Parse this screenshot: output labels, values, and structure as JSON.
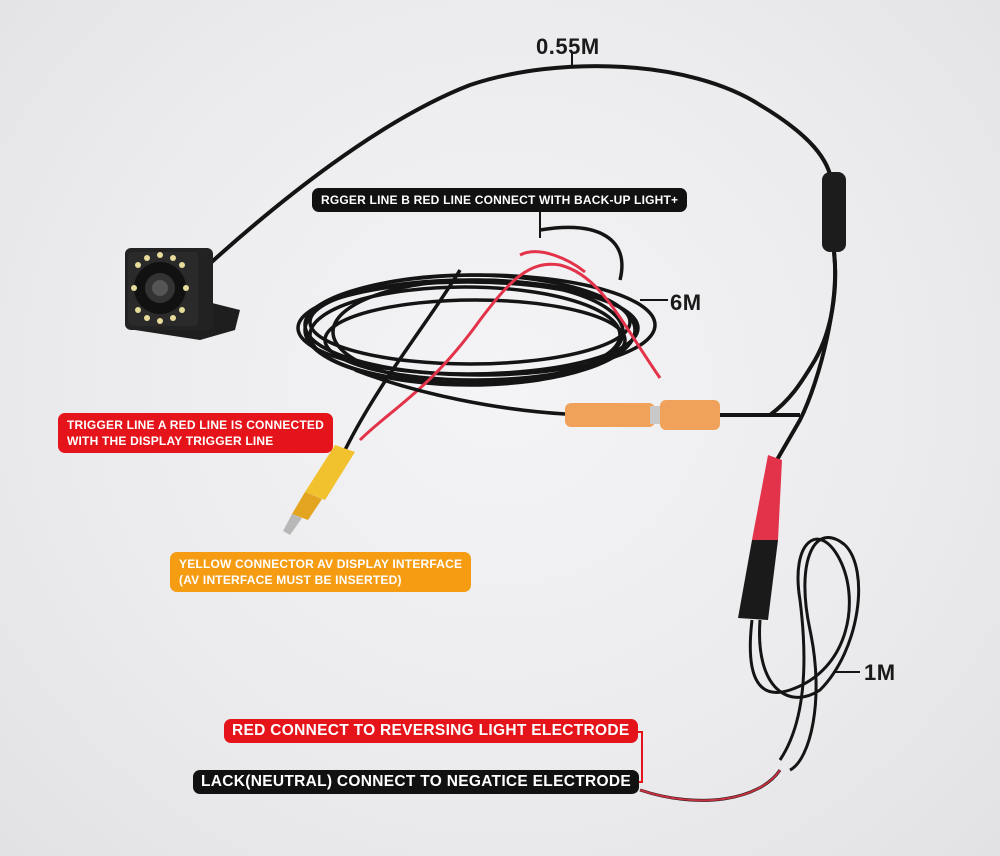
{
  "lengths": {
    "top": "0.55M",
    "coil": "6M",
    "bottom": "1M"
  },
  "annotations": {
    "trigger_b": "RGGER LINE B RED LINE CONNECT WITH BACK-UP LIGHT+",
    "trigger_a_line1": "TRIGGER LINE A RED LINE IS CONNECTED",
    "trigger_a_line2": "WITH THE DISPLAY TRIGGER LINE",
    "yellow_line1": "YELLOW CONNECTOR AV DISPLAY INTERFACE",
    "yellow_line2": "(AV INTERFACE MUST BE INSERTED)",
    "red_electrode": "RED CONNECT TO REVERSING LIGHT ELECTRODE",
    "black_electrode": "LACK(NEUTRAL) CONNECT TO NEGATICE ELECTRODE"
  },
  "colors": {
    "label_black": "#111111",
    "label_red": "#e5141b",
    "label_orange": "#f59c12",
    "cable": "#141414",
    "red_wire": "#e2334a",
    "connector_yellow": "#f2c12e",
    "connector_orange": "#f0a25a"
  }
}
